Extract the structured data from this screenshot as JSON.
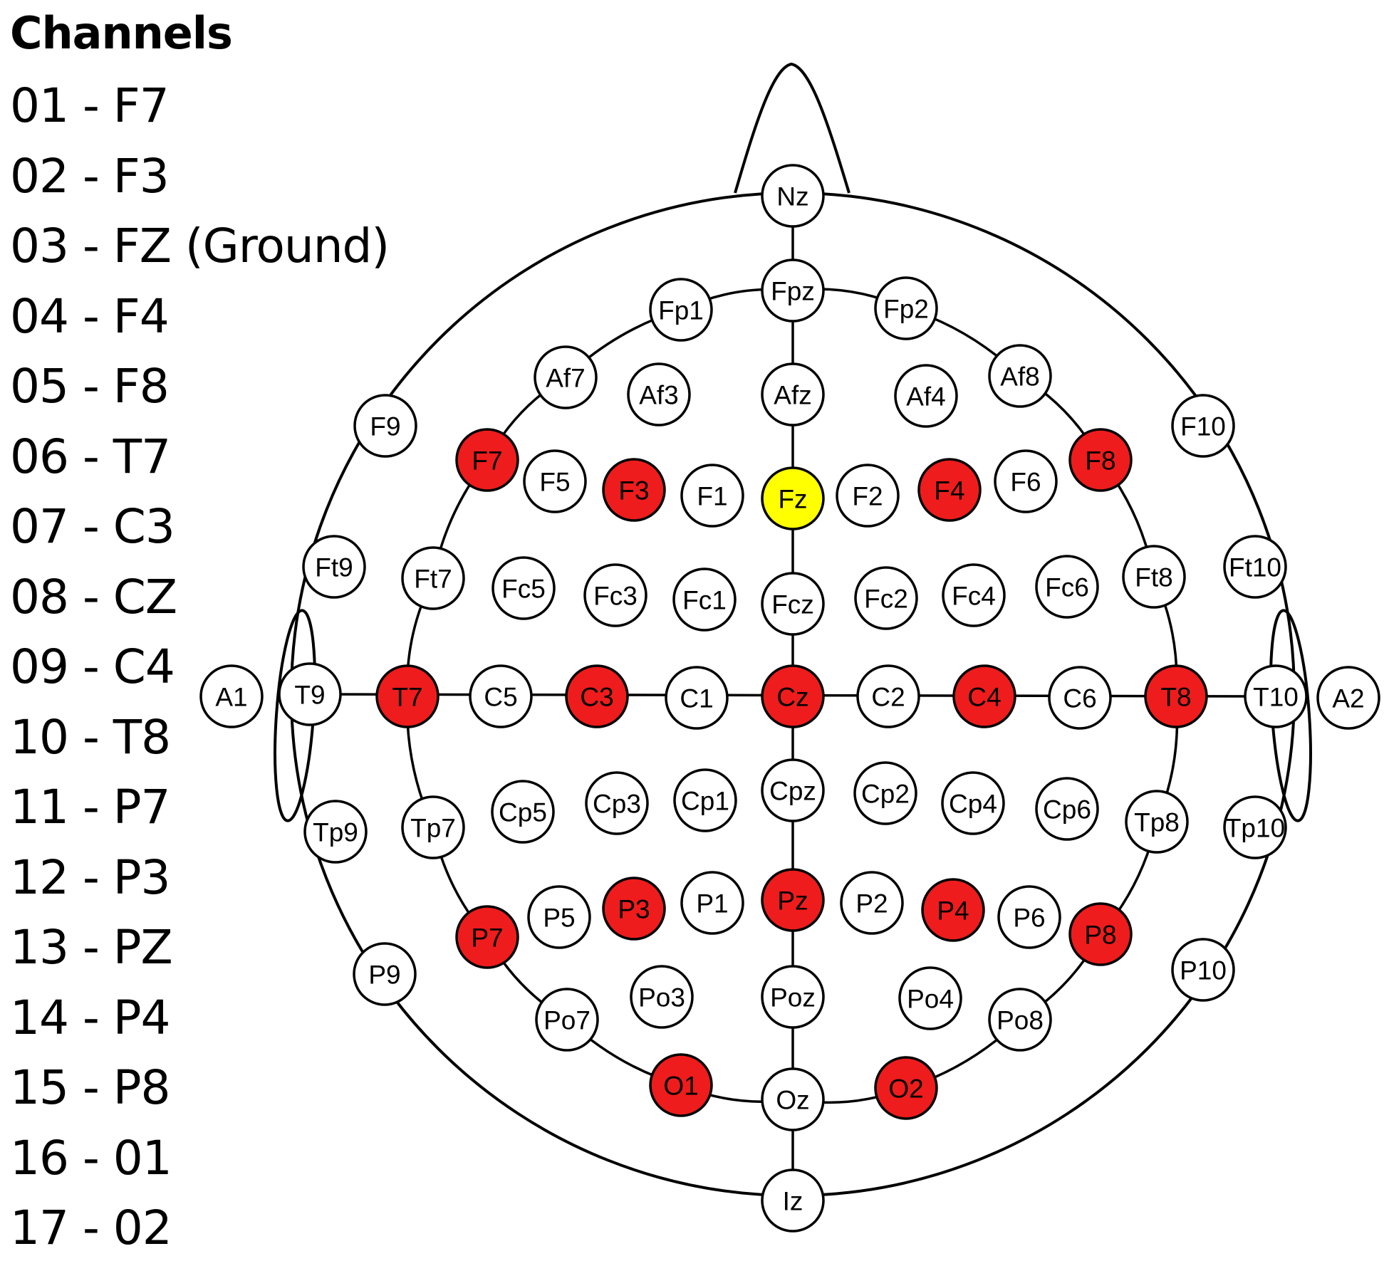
{
  "legend": {
    "title": "Channels",
    "items": [
      "01 - F7",
      "02 - F3",
      "03 - FZ (Ground)",
      "04 - F4",
      "05 - F8",
      "06 - T7",
      "07 - C3",
      "08 - CZ",
      "09 - C4",
      "10 - T8",
      "11 - P7",
      "12 - P3",
      "13 - PZ",
      "14 - P4",
      "15 - P8",
      "16 - 01",
      "17 - 02"
    ]
  },
  "colors": {
    "selected": "#ee1c1c",
    "ground": "#ffff00",
    "unselected": "#ffffff",
    "outline": "#000000"
  },
  "electrodes": [
    {
      "id": "Nz",
      "state": "off"
    },
    {
      "id": "Fpz",
      "state": "off"
    },
    {
      "id": "Fp1",
      "state": "off"
    },
    {
      "id": "Fp2",
      "state": "off"
    },
    {
      "id": "Af7",
      "state": "off"
    },
    {
      "id": "Af3",
      "state": "off"
    },
    {
      "id": "Afz",
      "state": "off"
    },
    {
      "id": "Af4",
      "state": "off"
    },
    {
      "id": "Af8",
      "state": "off"
    },
    {
      "id": "F9",
      "state": "off"
    },
    {
      "id": "F7",
      "state": "selected"
    },
    {
      "id": "F5",
      "state": "off"
    },
    {
      "id": "F3",
      "state": "selected"
    },
    {
      "id": "F1",
      "state": "off"
    },
    {
      "id": "Fz",
      "state": "ground"
    },
    {
      "id": "F2",
      "state": "off"
    },
    {
      "id": "F4",
      "state": "selected"
    },
    {
      "id": "F6",
      "state": "off"
    },
    {
      "id": "F8",
      "state": "selected"
    },
    {
      "id": "F10",
      "state": "off"
    },
    {
      "id": "Ft9",
      "state": "off"
    },
    {
      "id": "Ft7",
      "state": "off"
    },
    {
      "id": "Fc5",
      "state": "off"
    },
    {
      "id": "Fc3",
      "state": "off"
    },
    {
      "id": "Fc1",
      "state": "off"
    },
    {
      "id": "Fcz",
      "state": "off"
    },
    {
      "id": "Fc2",
      "state": "off"
    },
    {
      "id": "Fc4",
      "state": "off"
    },
    {
      "id": "Fc6",
      "state": "off"
    },
    {
      "id": "Ft8",
      "state": "off"
    },
    {
      "id": "Ft10",
      "state": "off"
    },
    {
      "id": "A1",
      "state": "off"
    },
    {
      "id": "T9",
      "state": "off"
    },
    {
      "id": "T7",
      "state": "selected"
    },
    {
      "id": "C5",
      "state": "off"
    },
    {
      "id": "C3",
      "state": "selected"
    },
    {
      "id": "C1",
      "state": "off"
    },
    {
      "id": "Cz",
      "state": "selected"
    },
    {
      "id": "C2",
      "state": "off"
    },
    {
      "id": "C4",
      "state": "selected"
    },
    {
      "id": "C6",
      "state": "off"
    },
    {
      "id": "T8",
      "state": "selected"
    },
    {
      "id": "T10",
      "state": "off"
    },
    {
      "id": "A2",
      "state": "off"
    },
    {
      "id": "Tp9",
      "state": "off"
    },
    {
      "id": "Tp7",
      "state": "off"
    },
    {
      "id": "Cp5",
      "state": "off"
    },
    {
      "id": "Cp3",
      "state": "off"
    },
    {
      "id": "Cp1",
      "state": "off"
    },
    {
      "id": "Cpz",
      "state": "off"
    },
    {
      "id": "Cp2",
      "state": "off"
    },
    {
      "id": "Cp4",
      "state": "off"
    },
    {
      "id": "Cp6",
      "state": "off"
    },
    {
      "id": "Tp8",
      "state": "off"
    },
    {
      "id": "Tp10",
      "state": "off"
    },
    {
      "id": "P9",
      "state": "off"
    },
    {
      "id": "P7",
      "state": "selected"
    },
    {
      "id": "P5",
      "state": "off"
    },
    {
      "id": "P3",
      "state": "selected"
    },
    {
      "id": "P1",
      "state": "off"
    },
    {
      "id": "Pz",
      "state": "selected"
    },
    {
      "id": "P2",
      "state": "off"
    },
    {
      "id": "P4",
      "state": "selected"
    },
    {
      "id": "P6",
      "state": "off"
    },
    {
      "id": "P8",
      "state": "selected"
    },
    {
      "id": "P10",
      "state": "off"
    },
    {
      "id": "Po7",
      "state": "off"
    },
    {
      "id": "Po3",
      "state": "off"
    },
    {
      "id": "Poz",
      "state": "off"
    },
    {
      "id": "Po4",
      "state": "off"
    },
    {
      "id": "Po8",
      "state": "off"
    },
    {
      "id": "O1",
      "state": "selected"
    },
    {
      "id": "Oz",
      "state": "off"
    },
    {
      "id": "O2",
      "state": "selected"
    },
    {
      "id": "Iz",
      "state": "off"
    }
  ]
}
